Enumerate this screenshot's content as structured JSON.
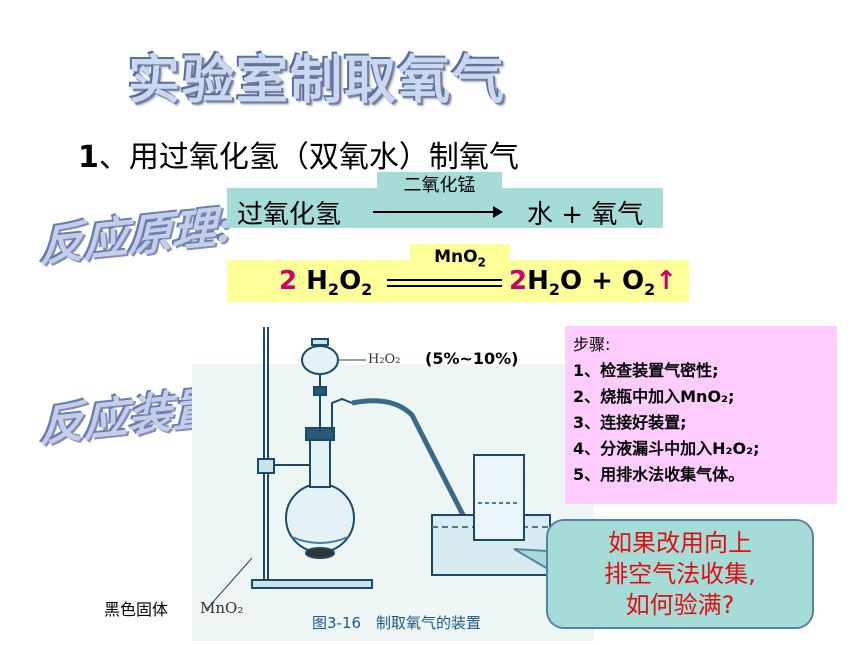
{
  "title": "实验室制取氧气",
  "subtitle": {
    "num": "1",
    "text": "、用过氧化氢（双氧水）制氧气"
  },
  "side_labels": {
    "principle": "反应原理:",
    "apparatus": "反应装置:"
  },
  "word_equation": {
    "left": "过氧化氢",
    "catalyst": "二氧化锰",
    "right": "水 + 氧气"
  },
  "chem_equation": {
    "coef_left": "2",
    "reactant": "H",
    "reactant_sub1": "2",
    "reactant_o": "O",
    "reactant_sub2": "2",
    "catalyst": "MnO",
    "catalyst_sub": "2",
    "coef_right": "2",
    "product1": "H",
    "product1_sub": "2",
    "product1_o": "O + O",
    "product2_sub": "2",
    "arrow": "↑"
  },
  "figure": {
    "caption": "图3-16　制取氧气的装置",
    "h2o2_label": "H₂O₂",
    "concentration": "(5%~10%)",
    "solid_label": "黑色固体",
    "mno2_label": "MnO₂"
  },
  "steps": {
    "heading": "步骤:",
    "items": [
      "1、检查装置气密性;",
      "2、烧瓶中加入MnO₂;",
      "3、连接好装置;",
      "4、分液漏斗中加入H₂O₂;",
      "5、用排水法收集气体。"
    ]
  },
  "callout": {
    "line1": "如果改用向上",
    "line2": "排空气法收集,",
    "line3": "如何验满?"
  },
  "colors": {
    "word_eq_bg": "#a6dcd8",
    "chem_eq_bg": "#ffff99",
    "steps_bg": "#ffccff",
    "callout_text": "#e01010",
    "coef": "#cc0066"
  }
}
